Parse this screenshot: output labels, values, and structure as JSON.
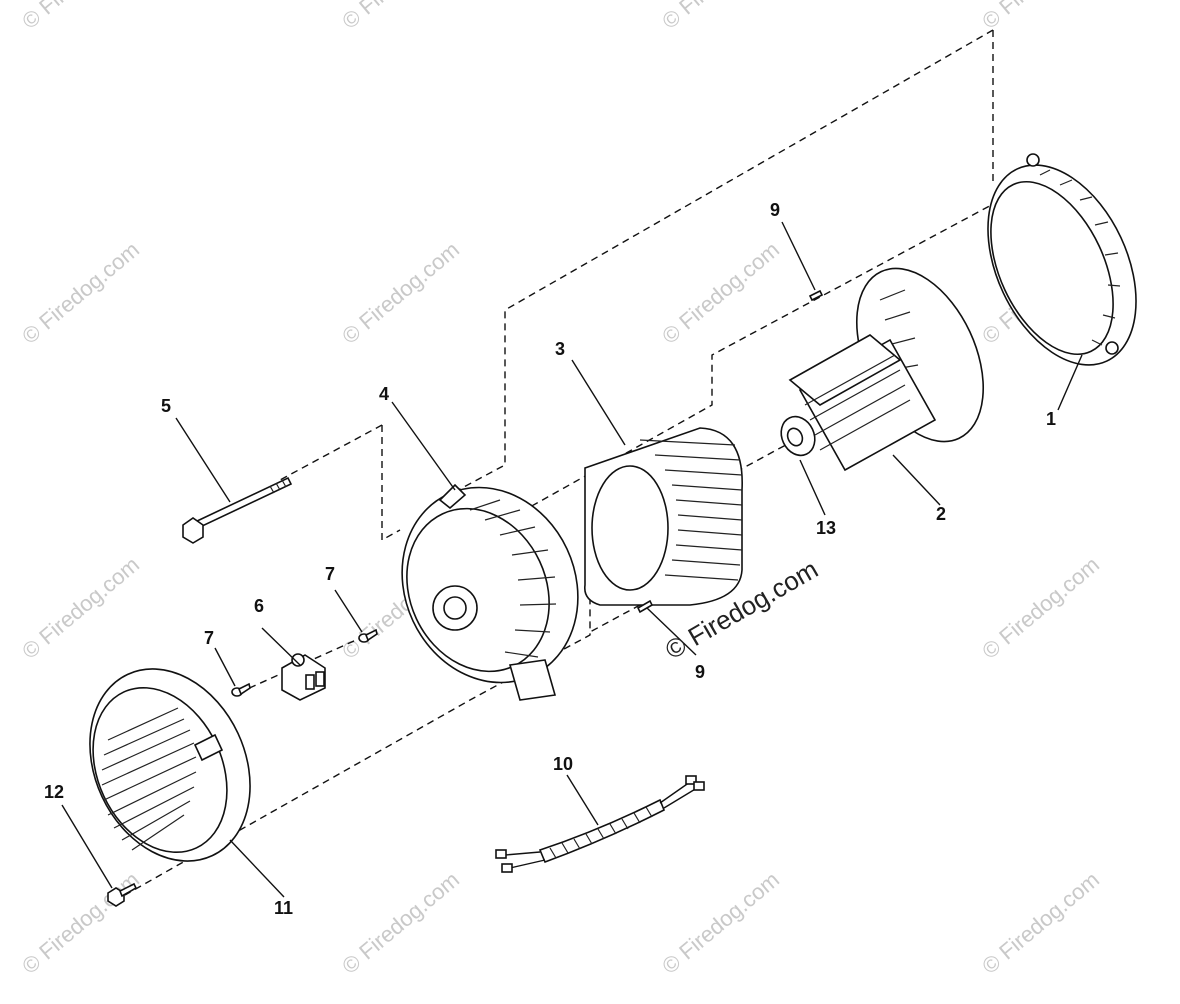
{
  "diagram": {
    "callouts": {
      "c1": "1",
      "c2": "2",
      "c3": "3",
      "c4": "4",
      "c5": "5",
      "c6": "6",
      "c7a": "7",
      "c7b": "7",
      "c9a": "9",
      "c9b": "9",
      "c10": "10",
      "c11": "11",
      "c12": "12",
      "c13": "13"
    },
    "watermark": "© Firedog.com",
    "center_watermark": "© Firedog.com"
  }
}
